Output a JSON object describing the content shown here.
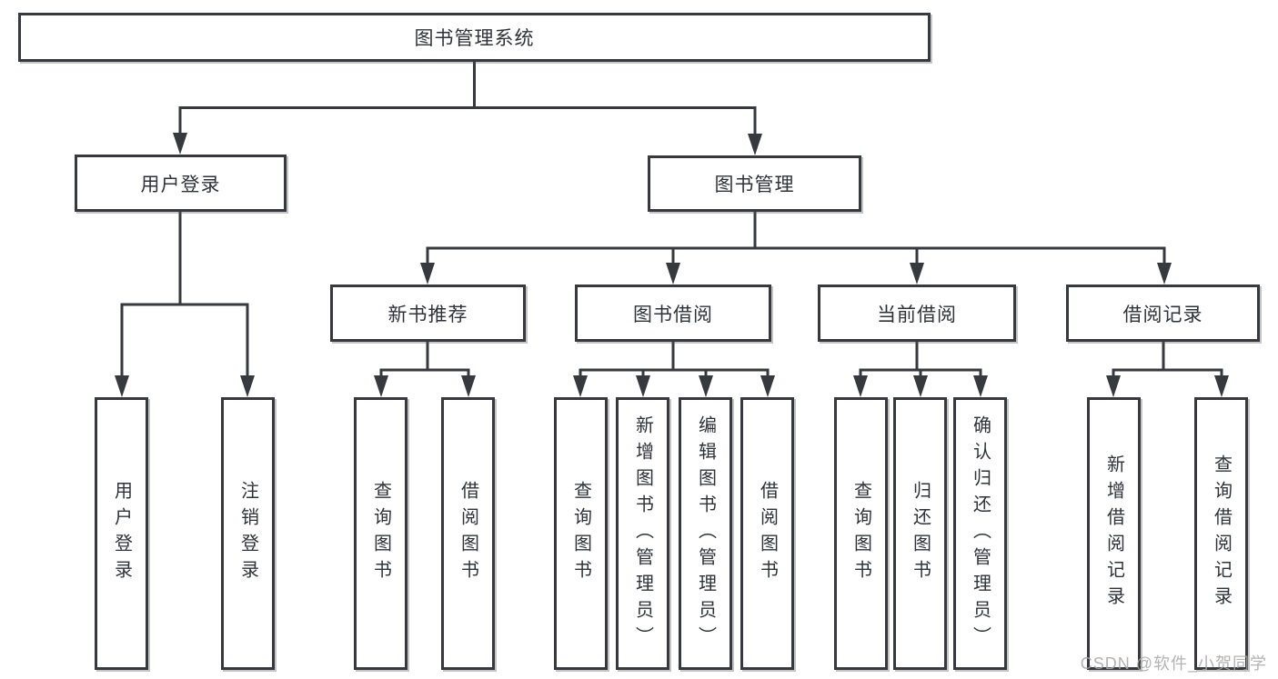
{
  "diagram": {
    "root": {
      "label": "图书管理系统"
    },
    "branches": [
      {
        "label": "用户登录",
        "children": [
          {
            "label": "用户登录"
          },
          {
            "label": "注销登录"
          }
        ]
      },
      {
        "label": "图书管理",
        "children": [
          {
            "label": "新书推荐",
            "children": [
              {
                "label": "查询图书"
              },
              {
                "label": "借阅图书"
              }
            ]
          },
          {
            "label": "图书借阅",
            "children": [
              {
                "label": "查询图书"
              },
              {
                "label": "新增图书（管理员）"
              },
              {
                "label": "编辑图书（管理员）"
              },
              {
                "label": "借阅图书"
              }
            ]
          },
          {
            "label": "当前借阅",
            "children": [
              {
                "label": "查询图书"
              },
              {
                "label": "归还图书"
              },
              {
                "label": "确认归还（管理员）"
              }
            ]
          },
          {
            "label": "借阅记录",
            "children": [
              {
                "label": "新增借阅记录"
              },
              {
                "label": "查询借阅记录"
              }
            ]
          }
        ]
      }
    ]
  },
  "watermark": {
    "text": "CSDN @软件_小贺同学"
  },
  "colors": {
    "line": "#36393d",
    "box_border": "#36393d",
    "box_background": "#ffffff",
    "text": "#2f3339",
    "watermark": "#a8a8a8",
    "page_background": "#ffffff"
  }
}
